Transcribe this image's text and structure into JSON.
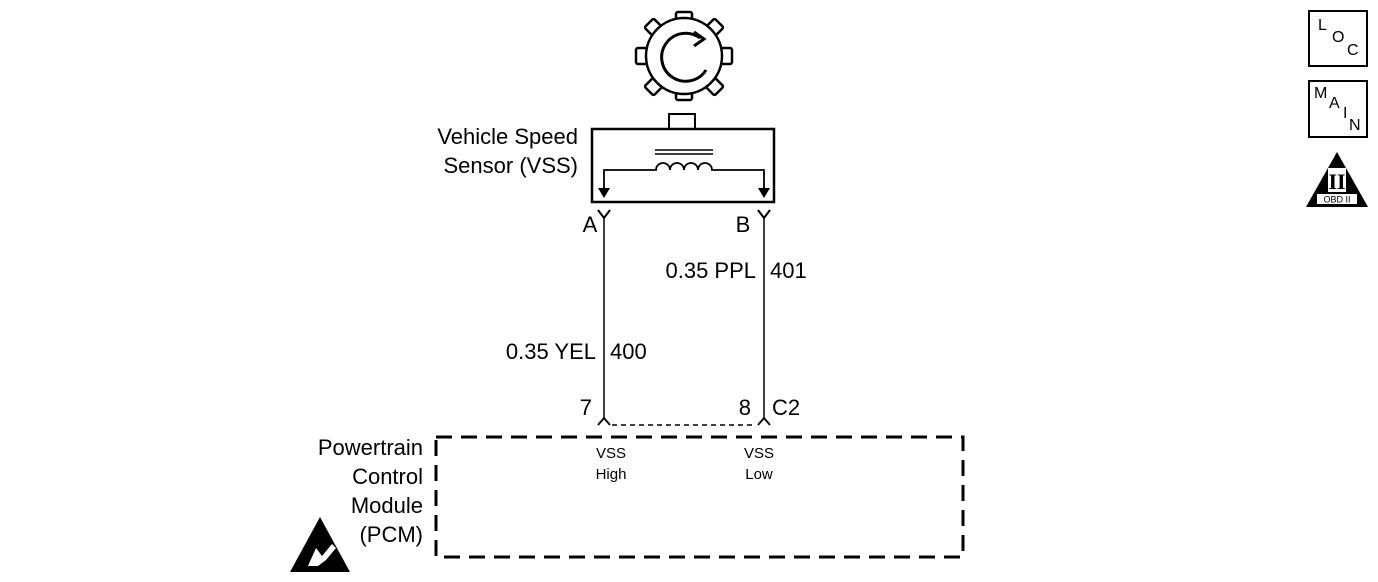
{
  "sensor": {
    "name_line1": "Vehicle Speed",
    "name_line2": "Sensor (VSS)",
    "pin_a": "A",
    "pin_b": "B"
  },
  "wires": [
    {
      "size_color": "0.35 YEL",
      "circuit": "400"
    },
    {
      "size_color": "0.35 PPL",
      "circuit": "401"
    }
  ],
  "module": {
    "name_lines": [
      "Powertrain",
      "Control",
      "Module",
      "(PCM)"
    ],
    "pin_high": "7",
    "pin_low": "8",
    "connector": "C2",
    "signal_high_line1": "VSS",
    "signal_high_line2": "High",
    "signal_low_line1": "VSS",
    "signal_low_line2": "Low"
  },
  "nav": {
    "loc": {
      "letters": [
        "L",
        "O",
        "C"
      ]
    },
    "main": {
      "letters": [
        "M",
        "A",
        "I",
        "N"
      ]
    },
    "obd": {
      "numeral": "II",
      "label": "OBD II"
    }
  }
}
